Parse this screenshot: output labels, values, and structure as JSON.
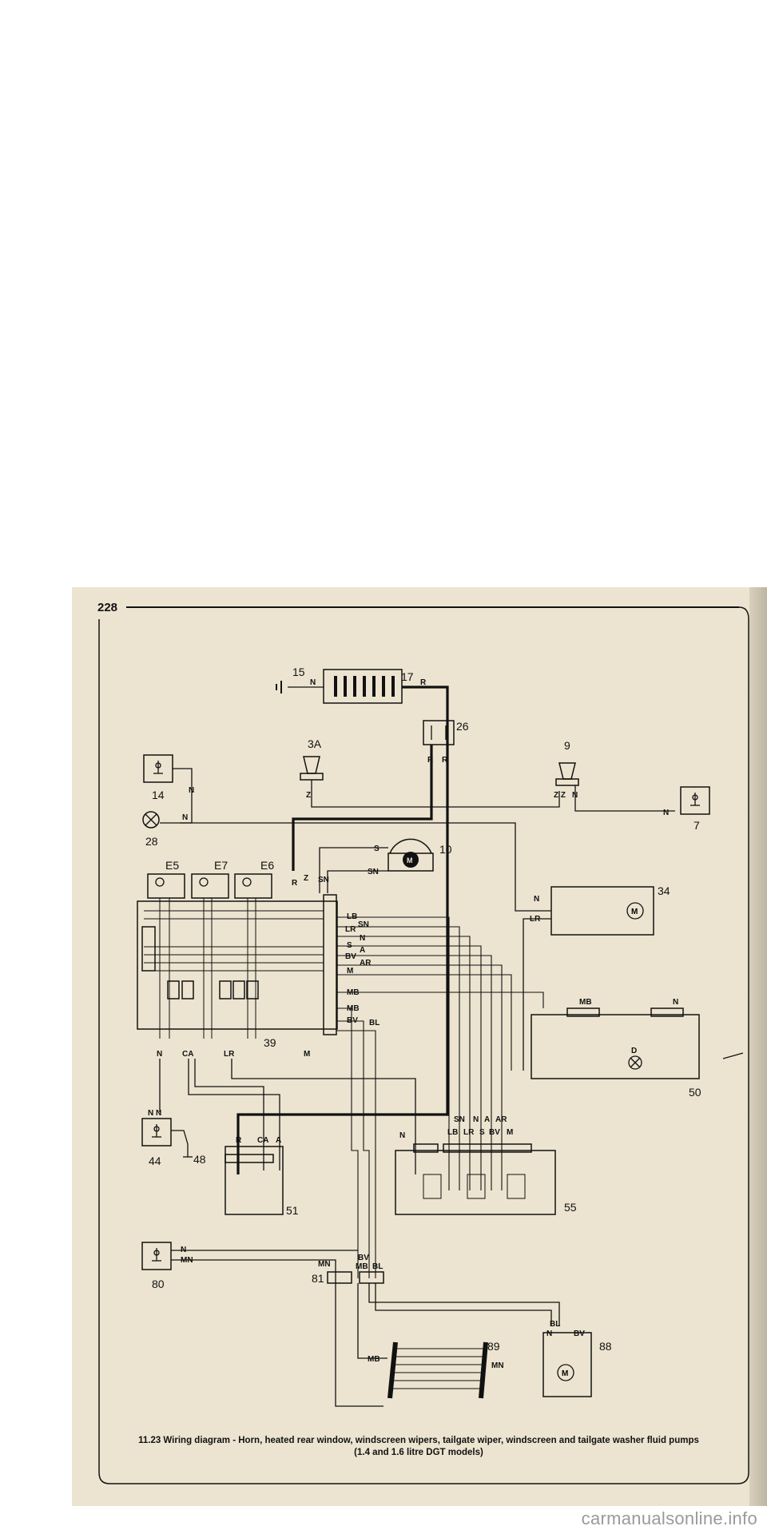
{
  "page_number": "228",
  "caption": {
    "line1": "11.23 Wiring diagram - Horn, heated rear window, windscreen wipers, tailgate wiper, windscreen and tailgate washer fluid pumps",
    "line2": "(1.4 and 1.6 litre DGT models)"
  },
  "watermark": "carmanualsonline.info",
  "components": {
    "c15": "15",
    "c17": "17",
    "c26": "26",
    "c3A": "3A",
    "c9": "9",
    "c14": "14",
    "c7": "7",
    "c28": "28",
    "c10": "10",
    "cE5": "E5",
    "cE7": "E7",
    "cE6": "E6",
    "c34": "34",
    "c39": "39",
    "c50": "50",
    "c44": "44",
    "c48": "48",
    "c51": "51",
    "c55": "55",
    "c80": "80",
    "c81": "81",
    "c89": "89",
    "c88": "88"
  },
  "wire_labels": {
    "N": "N",
    "R": "R",
    "Z": "Z",
    "ZZ": "Z Z",
    "SN": "SN",
    "S": "S",
    "LB": "LB",
    "LR": "LR",
    "A": "A",
    "BV": "BV",
    "AR": "AR",
    "M": "M",
    "MB": "MB",
    "BL": "BL",
    "CA": "CA",
    "MN": "MN",
    "NN": "N N",
    "D": "D"
  }
}
